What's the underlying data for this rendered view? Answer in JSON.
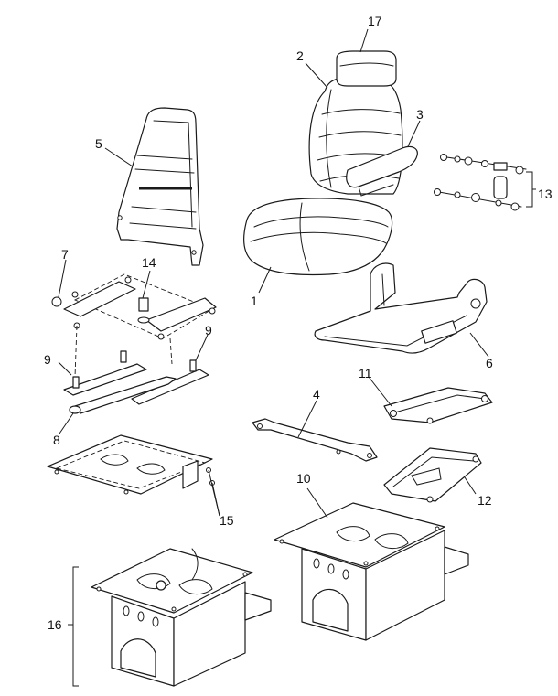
{
  "callouts": {
    "c1": "1",
    "c2": "2",
    "c3": "3",
    "c4": "4",
    "c5": "5",
    "c6": "6",
    "c7": "7",
    "c8": "8",
    "c9a": "9",
    "c9b": "9",
    "c10": "10",
    "c11": "11",
    "c12": "12",
    "c13": "13",
    "c14": "14",
    "c15": "15",
    "c16": "16",
    "c17": "17"
  },
  "colors": {
    "line": "#1a1a1a",
    "background": "#ffffff"
  }
}
